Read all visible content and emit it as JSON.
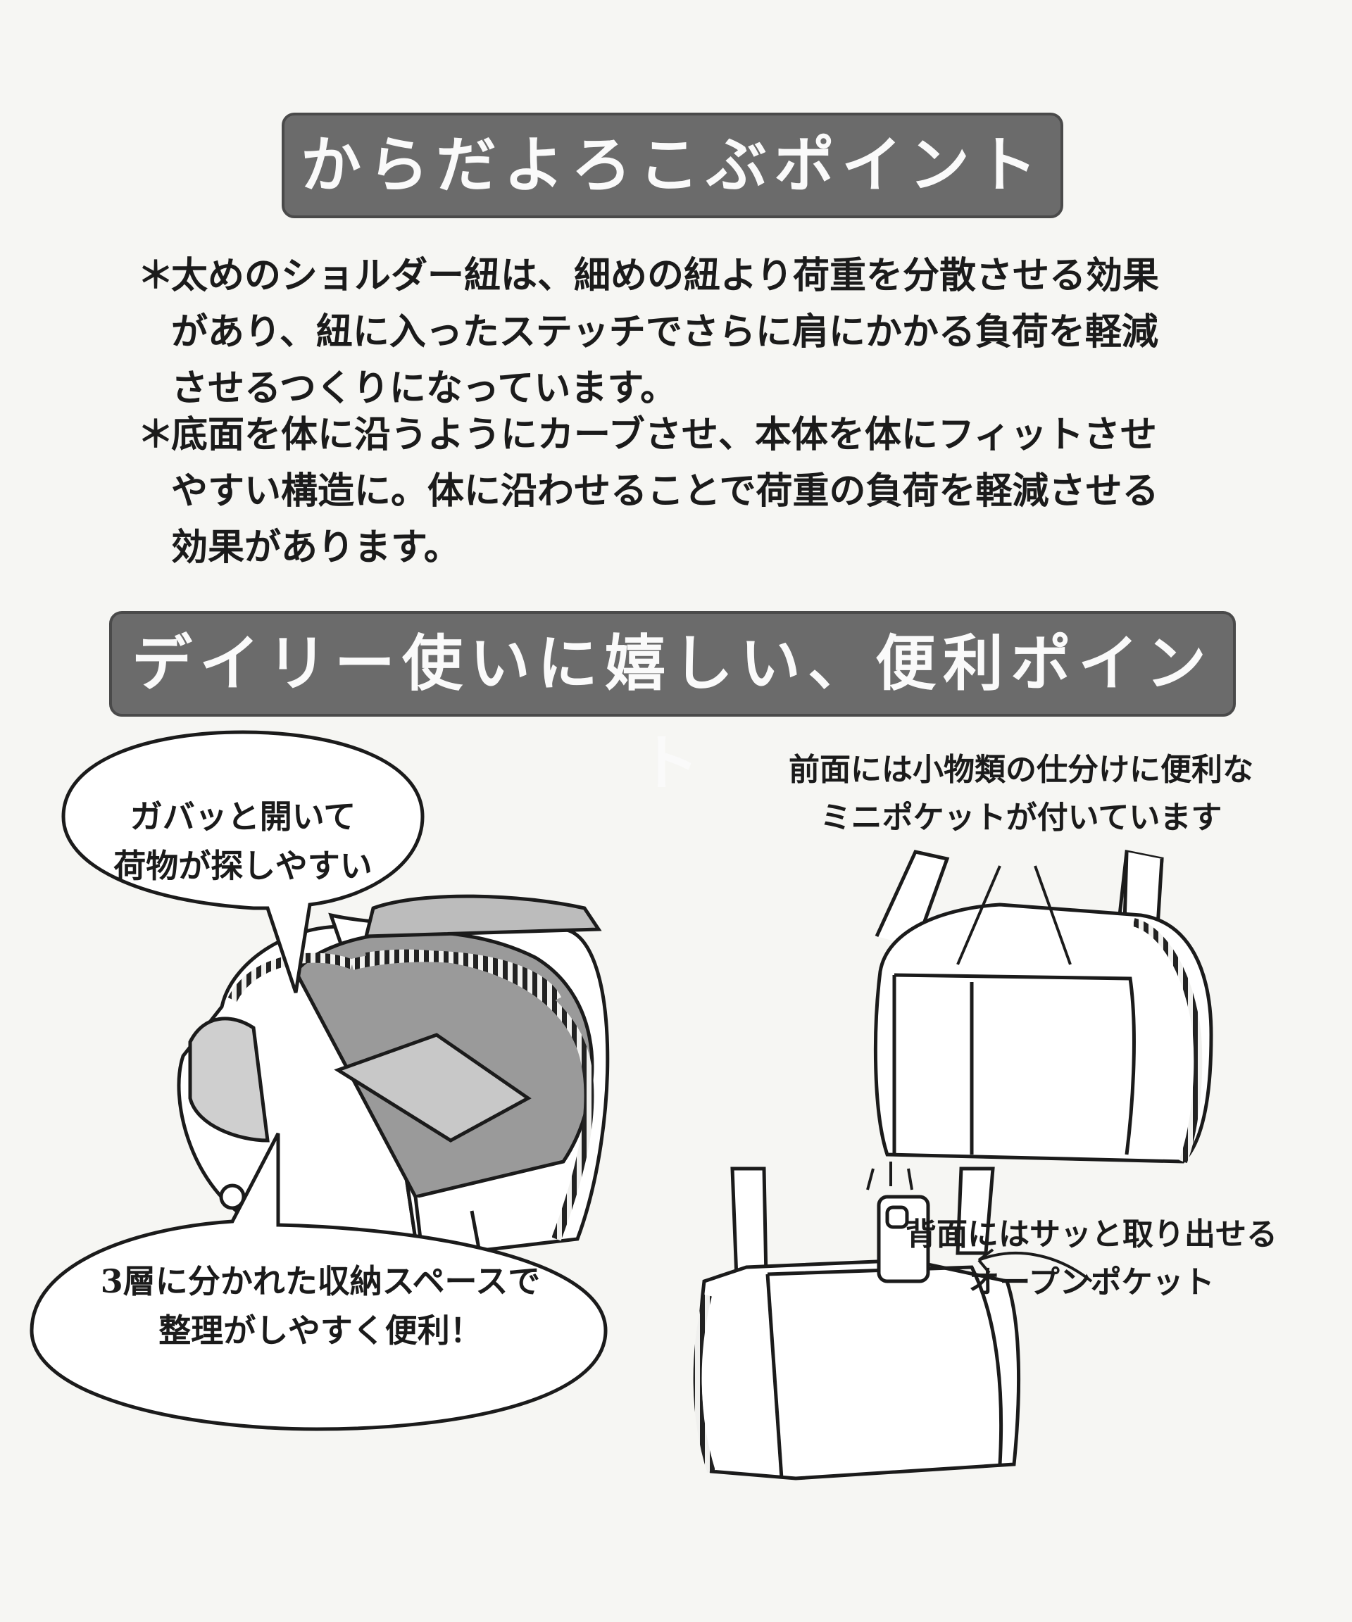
{
  "section1": {
    "title": "からだよろこぶポイント",
    "bullets": [
      {
        "mark": "＊",
        "lines": [
          "太めのショルダー紐は、細めの紐より荷重を分散させる効果",
          "があり、紐に入ったステッチでさらに肩にかかる負荷を軽減",
          "させるつくりになっています。"
        ]
      },
      {
        "mark": "＊",
        "lines": [
          "底面を体に沿うようにカーブさせ、本体を体にフィットさせ",
          "やすい構造に。体に沿わせることで荷重の負荷を軽減させる",
          "効果があります。"
        ]
      }
    ]
  },
  "section2": {
    "title": "デイリー使いに嬉しい、便利ポイント",
    "bubble_open": [
      "ガバッと開いて",
      "荷物が探しやすい"
    ],
    "bubble_storage": [
      "3層に分かれた収納スペースで",
      "整理がしやすく便利！"
    ],
    "caption_front": [
      "前面には小物類の仕分けに便利な",
      "ミニポケットが付いています"
    ],
    "caption_back": [
      "背面にはサッと取り出せる",
      "オープンポケット"
    ]
  }
}
